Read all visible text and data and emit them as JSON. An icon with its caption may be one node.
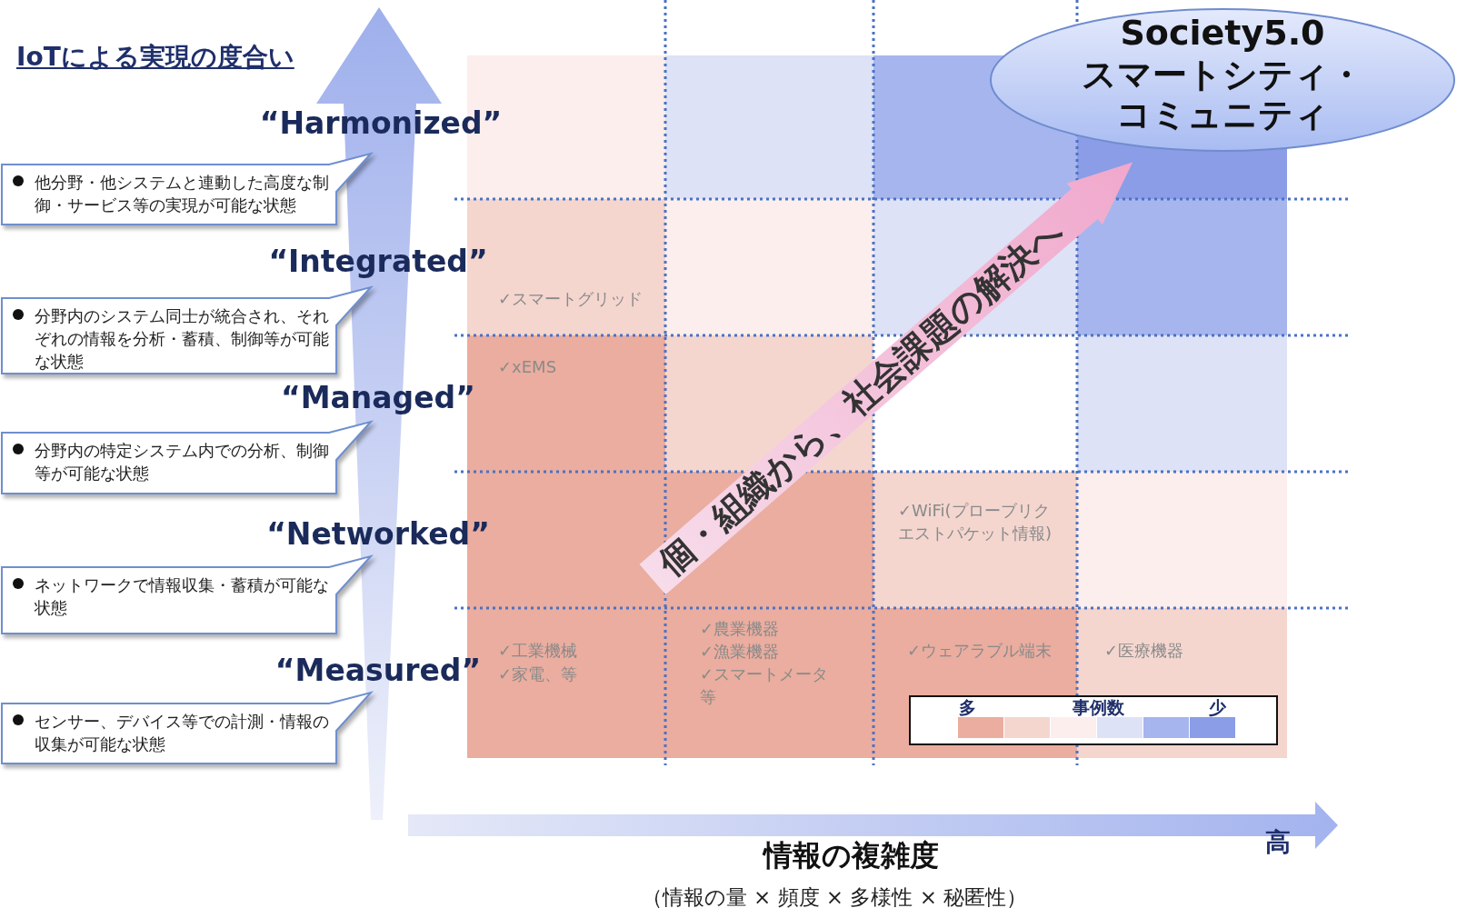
{
  "diagram": {
    "title": "IoTによる実現の度合い",
    "nodes": [
      {
        "text": [
          "他分野・他システムと連動した高度な制御・サービス等の実現が可能な状態"
        ]
      },
      {
        "text": [
          "分野内のシステム同士が統合され、それぞれの情報を分析・蓄積、制御等が可能な状態"
        ]
      },
      {
        "text": [
          "分野内の特定システム内での分析、制御等が可能な状態"
        ]
      },
      {
        "text": [
          "ネットワークで情報収集・蓄積が可能な状態"
        ]
      },
      {
        "text": [
          "センサー、デバイス等での計測・情報の収集が可能な状態"
        ]
      },
      {
        "text": [
          "Society5.0",
          "スマートシティ・コミュニティ"
        ]
      }
    ],
    "labels": [
      "“Harmonized”",
      "“Integrated”",
      "“Managed”",
      "“Networked”",
      "“Measured”",
      "✓スマートグリッド",
      "✓xEMS",
      "✓WiFi(プローブリクエストパケット情報)",
      "✓工業機械",
      "✓家電、等",
      "✓農業機器",
      "✓漁業機器",
      "✓スマートメータ等",
      "✓ウェアラブル端末",
      "✓医療機器",
      "個・組織から、社会課題の解決へ",
      "多",
      "事例数",
      "少",
      "高",
      "情報の複雑度",
      "（情報の量 × 頻度 × 多様性 × 秘匿性）"
    ]
  }
}
